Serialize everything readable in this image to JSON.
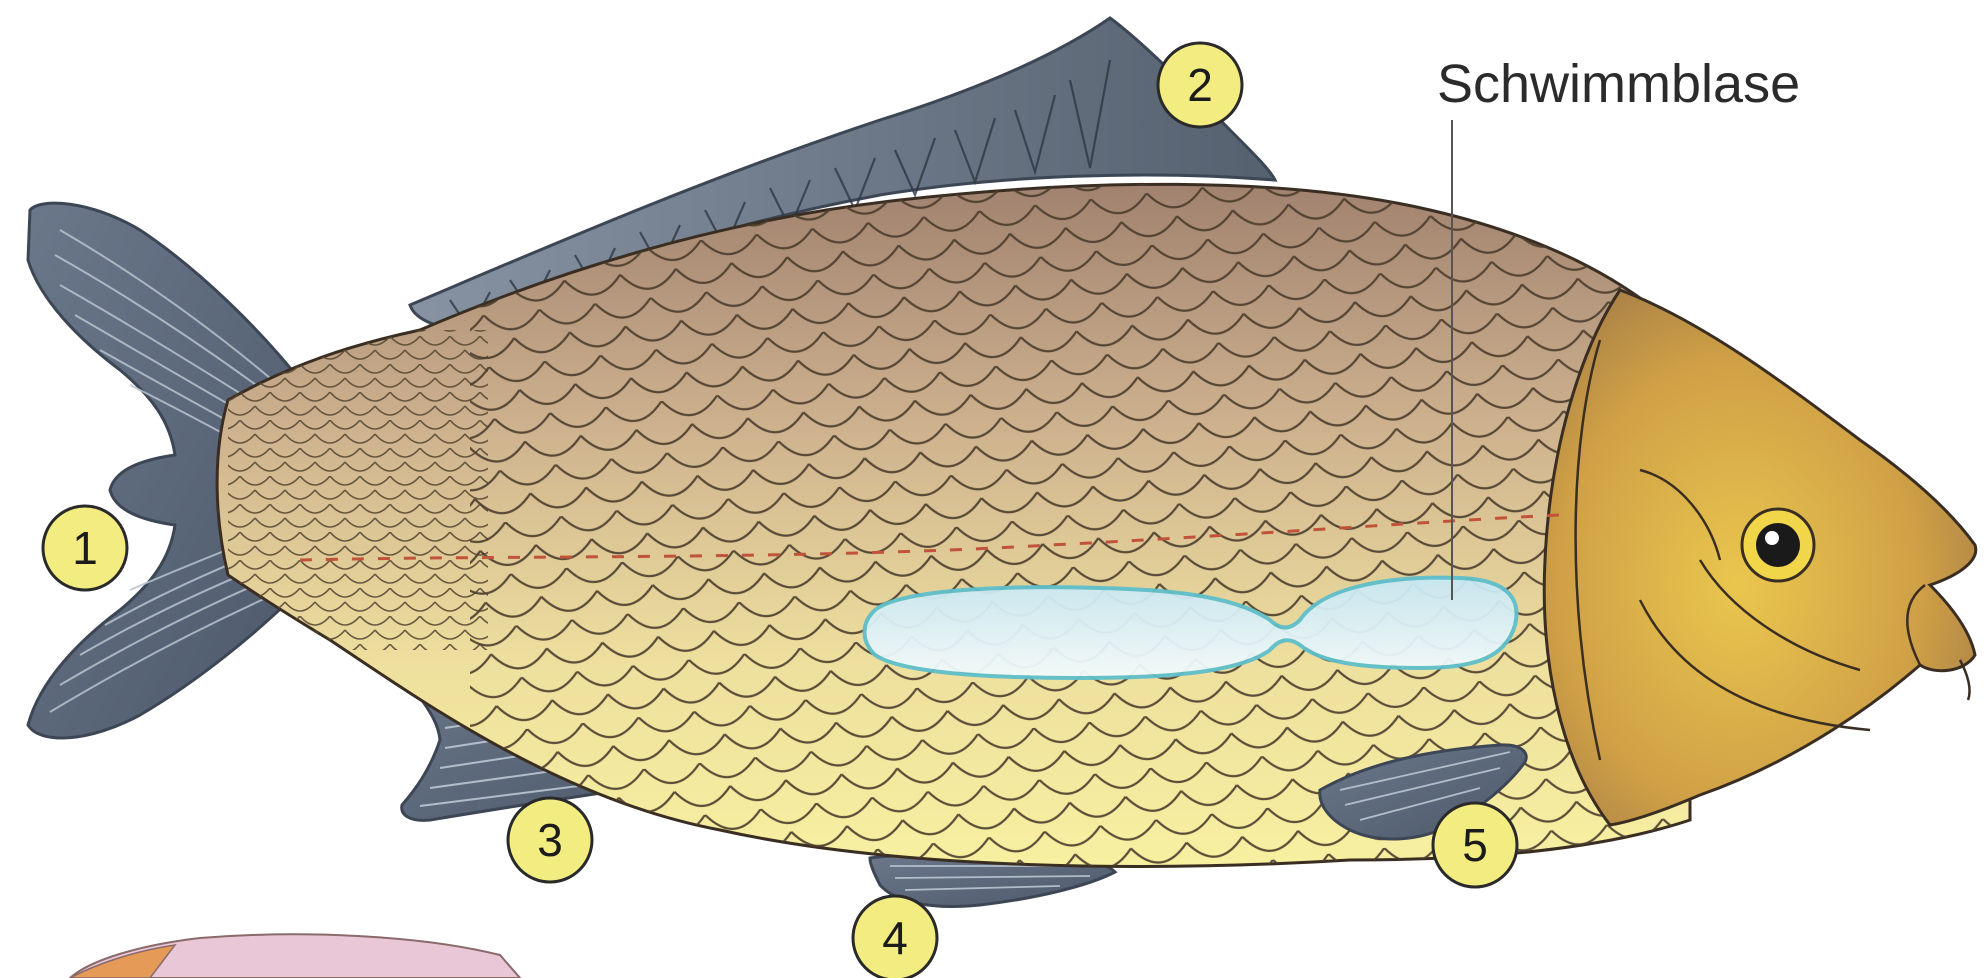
{
  "diagram": {
    "bladder_label": "Schwimmblase",
    "markers": [
      {
        "id": "tail-fin",
        "text": "1"
      },
      {
        "id": "dorsal-fin",
        "text": "2"
      },
      {
        "id": "anal-fin",
        "text": "3"
      },
      {
        "id": "pelvic-fin",
        "text": "4"
      },
      {
        "id": "pectoral-fin",
        "text": "5"
      }
    ]
  },
  "colors": {
    "fin": "#5d6a7e",
    "fin_light": "#a7b1bf",
    "body_top": "#a98a75",
    "body_mid": "#e0cc9b",
    "body_bottom": "#f5ee9a",
    "head": "#d9b44a",
    "scale_line": "#4a3c2c",
    "lateral_line": "#c0533a",
    "bladder": "#dff2f6",
    "bladder_outline": "#5fbfcb",
    "marker_fill": "#f3ec80"
  }
}
